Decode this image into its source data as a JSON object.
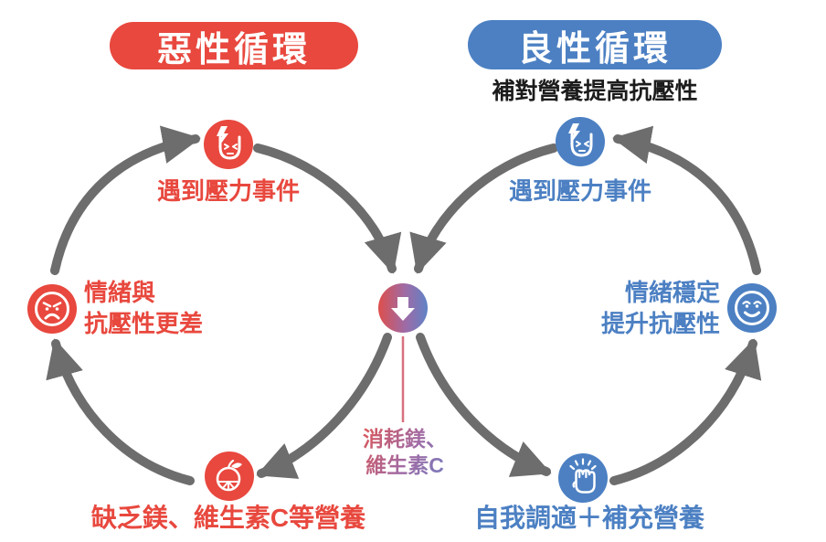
{
  "colors": {
    "red": "#E8483E",
    "blue": "#4C80C3",
    "arrow_gray": "#6D6D6D",
    "black": "#1C1C1C",
    "pink_line": "#D8707F",
    "gradient_from": "#E2554F",
    "gradient_to": "#6F7FC0",
    "background": "#FFFFFF"
  },
  "badges": {
    "vicious": "惡性循環",
    "virtuous": "良性循環"
  },
  "subtitle": "補對營養提高抗壓性",
  "vicious_cycle": {
    "stress_event": "遇到壓力事件",
    "emotion_line1": "情緒與",
    "emotion_line2": "抗壓性更差",
    "deficiency": "缺乏鎂、維生素C等營養",
    "direction": "clockwise"
  },
  "virtuous_cycle": {
    "stress_event": "遇到壓力事件",
    "emotion_line1": "情緒穩定",
    "emotion_line2": "提升抗壓性",
    "action": "自我調適＋補充營養",
    "direction": "counter-clockwise"
  },
  "center": {
    "consume_line1": "消耗鎂、",
    "consume_line2": "維生素C"
  },
  "icons": {
    "vicious_top": "stressed-face-lightning-icon",
    "vicious_left": "angry-face-icon",
    "vicious_bottom": "orange-fruit-icon",
    "virtuous_top": "stressed-face-lightning-icon",
    "virtuous_right": "smiling-face-icon",
    "virtuous_bottom": "raised-fist-icon",
    "center": "down-arrow-icon"
  }
}
